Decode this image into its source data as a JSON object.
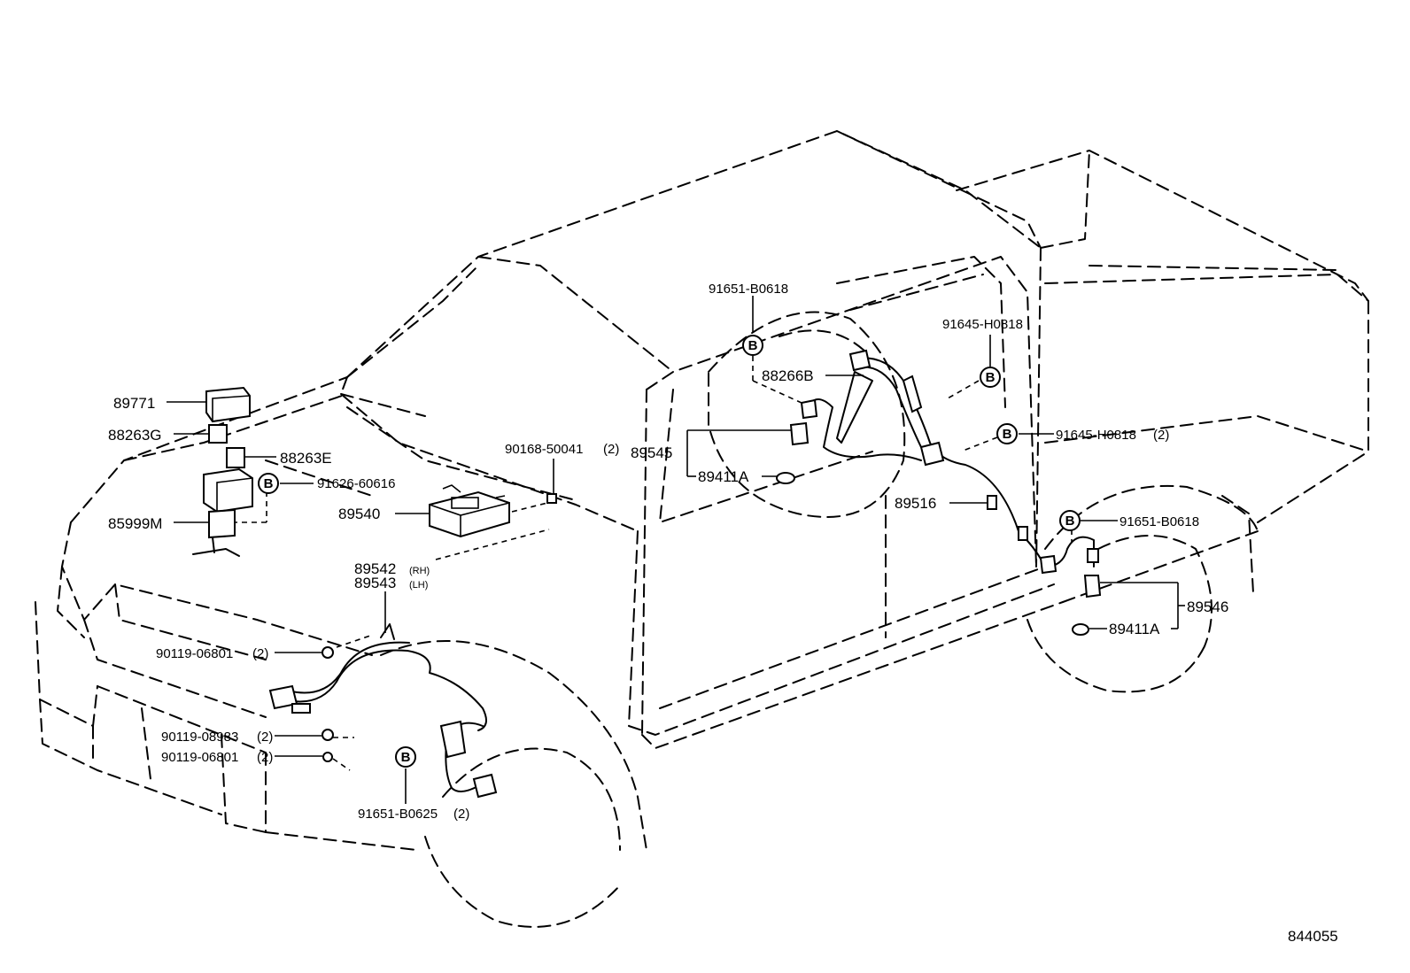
{
  "diagram_code": "844055",
  "badge_letter": "B",
  "labels": {
    "p89771": "89771",
    "p88263G": "88263G",
    "p88263E": "88263E",
    "p85999M": "85999M",
    "p91626": "91626-60616",
    "p89540": "89540",
    "p90168": "90168-50041",
    "p90168_qty": "(2)",
    "p89542": "89542",
    "p89542_side": "(RH)",
    "p89543": "89543",
    "p89543_side": "(LH)",
    "p90119_06801_a": "90119-06801",
    "p90119_06801_a_qty": "(2)",
    "p90119_08983": "90119-08983",
    "p90119_08983_qty": "(2)",
    "p90119_06801_b": "90119-06801",
    "p90119_06801_b_qty": "(2)",
    "p91651_B0625": "91651-B0625",
    "p91651_B0625_qty": "(2)",
    "p91651_B0618_top": "91651-B0618",
    "p88266B": "88266B",
    "p89545": "89545",
    "p89411A_left": "89411A",
    "p89516": "89516",
    "p91645_H0818_top": "91645-H0818",
    "p91645_H0818_mid": "91645-H0818",
    "p91645_H0818_mid_qty": "(2)",
    "p91651_B0618_right": "91651-B0618",
    "p89546": "89546",
    "p89411A_right": "89411A"
  }
}
